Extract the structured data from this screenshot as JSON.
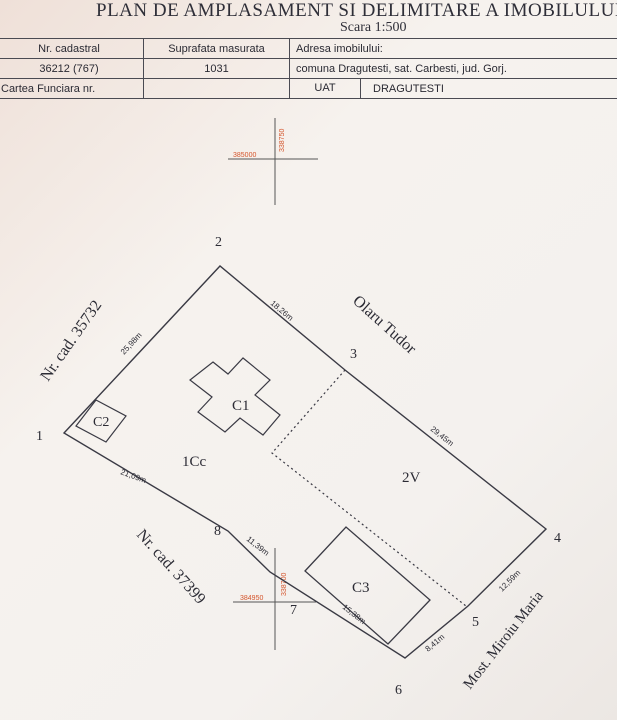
{
  "document": {
    "title": "PLAN DE AMPLASAMENT SI DELIMITARE A IMOBILULUI",
    "scale": "Scara 1:500",
    "table": {
      "headers": {
        "nr_cadastral": "Nr. cadastral",
        "suprafata": "Suprafata masurata",
        "adresa": "Adresa imobilului:"
      },
      "values": {
        "nr_cadastral": "36212 (767)",
        "suprafata": "1031",
        "adresa": "comuna Dragutesti, sat. Carbesti, jud. Gorj."
      },
      "carte_funciara_label": "Cartea Funciara nr.",
      "uat_label": "UAT",
      "uat_value": "DRAGUTESTI"
    }
  },
  "plan": {
    "points": [
      "1",
      "2",
      "3",
      "4",
      "5",
      "6",
      "7",
      "8"
    ],
    "measurements": [
      "25,98m",
      "18,26m",
      "29,45m",
      "12,59m",
      "8,41m",
      "15,38m",
      "11,39m",
      "21,09m"
    ],
    "buildings": [
      "C1",
      "C2",
      "C3"
    ],
    "zones": [
      "1Cc",
      "2V"
    ],
    "neighbors": [
      "Nr. cad. 35732",
      "Olaru Tudor",
      "Nr. cad. 37399",
      "Most. Miroiu Maria"
    ],
    "grid_markers": [
      {
        "x_label": "385000",
        "y_label": "338750"
      },
      {
        "x_label": "384950",
        "y_label": "338700"
      }
    ]
  },
  "colors": {
    "ink": "#2b2b34",
    "grid_marker": "#d4552c"
  }
}
